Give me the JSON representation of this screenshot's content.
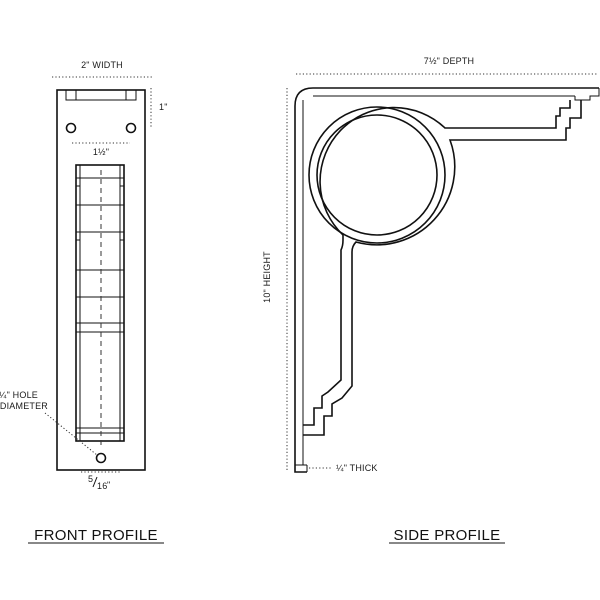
{
  "front": {
    "width_label": "2\" WIDTH",
    "top_label": "1\"",
    "inner_label": "1½\"",
    "hole_label_line1": "¼\" HOLE",
    "hole_label_line2": "DIAMETER",
    "bottom_label_main": "5",
    "bottom_label_denom": "16",
    "bottom_label_unit": "\"",
    "title": "FRONT PROFILE"
  },
  "side": {
    "depth_label": "7½\" DEPTH",
    "height_label": "10\" HEIGHT",
    "thick_label": "¼\" THICK",
    "title": "SIDE PROFILE"
  }
}
